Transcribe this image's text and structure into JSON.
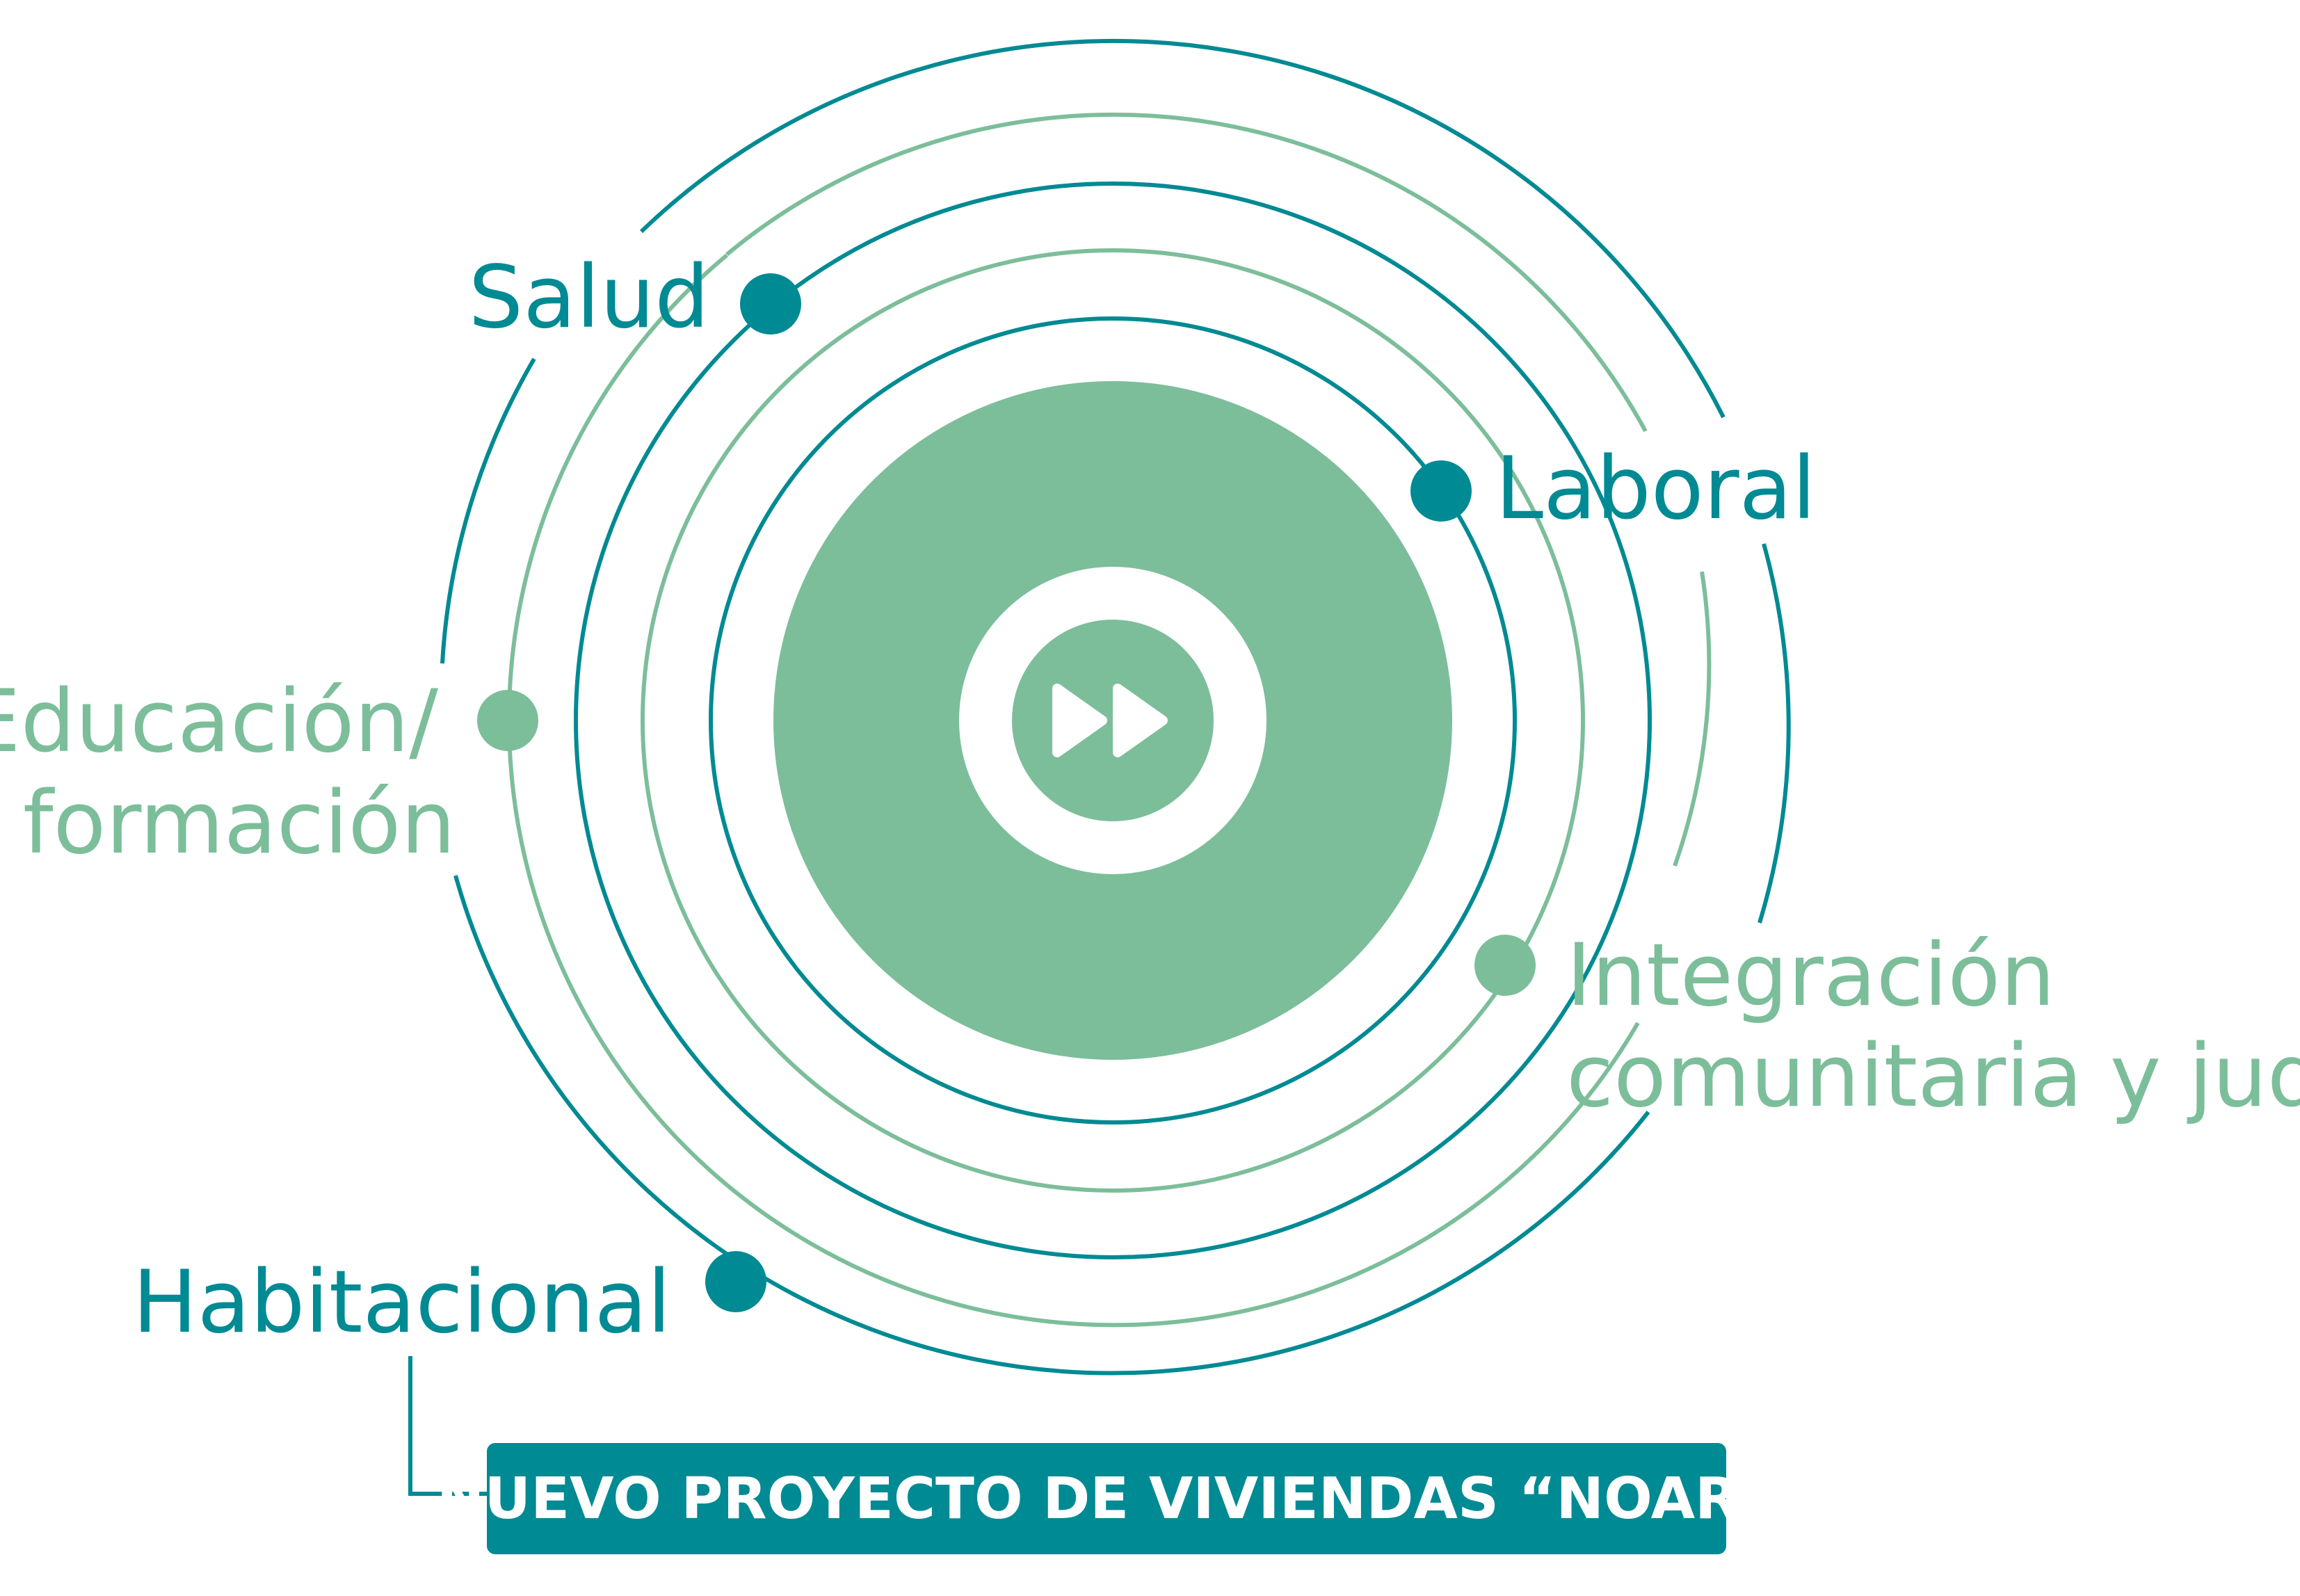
{
  "colors": {
    "teal": "#008a93",
    "green": "#7cbe9a",
    "white": "#ffffff"
  },
  "icons": {
    "center": "fast-forward-icon"
  },
  "labels": {
    "salud": "Salud",
    "laboral": "Laboral",
    "educacion_line1": "Educación/",
    "educacion_line2": "formación",
    "integracion_line1": "Integración",
    "integracion_line2": "comunitaria y judía",
    "habitacional": "Habitacional"
  },
  "banner": {
    "text": "NUEVO PROYECTO DE VIVIENDAS “NOAR”"
  }
}
